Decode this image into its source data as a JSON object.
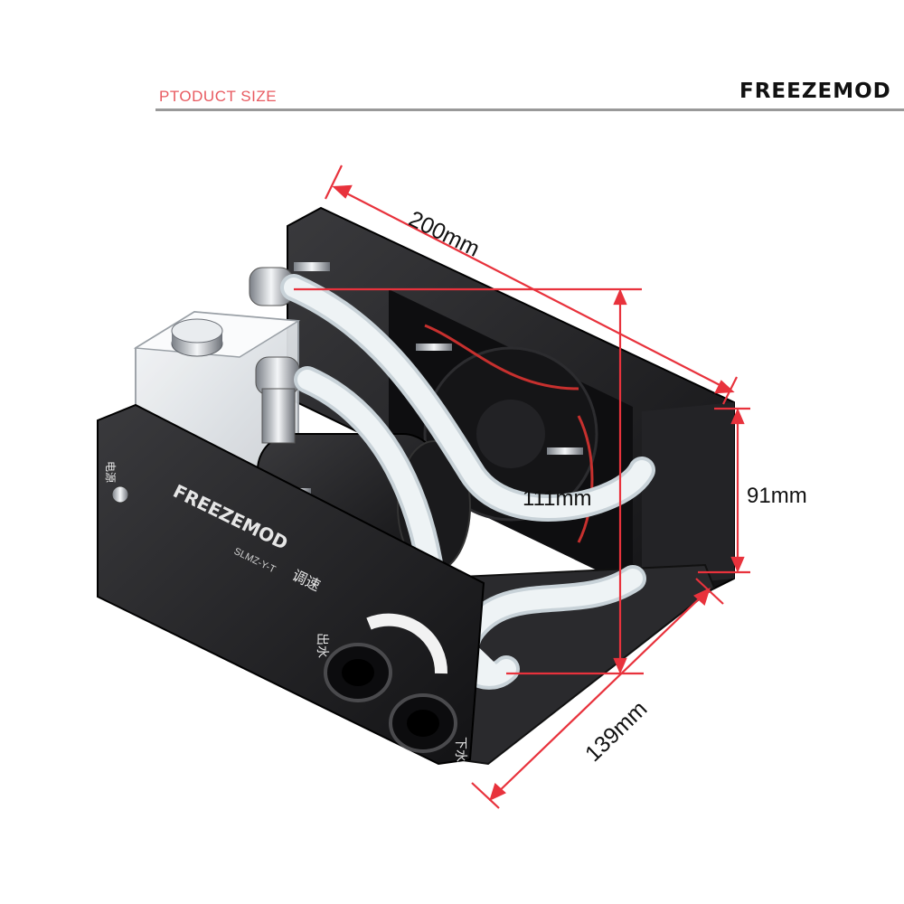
{
  "header": {
    "title": "PTODUCT SIZE",
    "brand": "FREEZEMOD"
  },
  "product": {
    "panel_brand": "FREEZEMOD",
    "panel_model": "SLMZ-Y-T",
    "panel_label_speed": "调速",
    "panel_label_out": "出水",
    "panel_label_in": "下水",
    "panel_label_power": "电源"
  },
  "dimensions": {
    "width": "200mm",
    "depth": "139mm",
    "height": "111mm",
    "radiator_height": "91mm"
  },
  "colors": {
    "accent": "#e8323c",
    "header_text": "#e85a60",
    "rule": "#999999",
    "body_black": "#1b1b1d",
    "tube": "#e6edf0"
  }
}
